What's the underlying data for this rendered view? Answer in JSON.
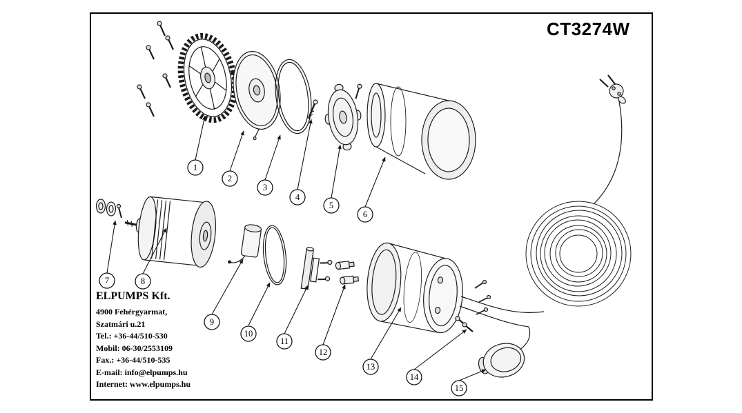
{
  "model": "CT3274W",
  "company": {
    "name": "ELPUMPS Kft.",
    "lines": [
      "4900 Fehérgyarmat,",
      "Szatmári u.21",
      "Tel.: +36-44/510-530",
      "Mobil: 06-30/2553109",
      "Fax.: +36-44/510-535",
      "E-mail: info@elpumps.hu",
      "Internet: www.elpumps.hu"
    ]
  },
  "callouts": [
    "1",
    "2",
    "3",
    "4",
    "5",
    "6",
    "7",
    "8",
    "9",
    "10",
    "11",
    "12",
    "13",
    "14",
    "15"
  ],
  "colors": {
    "line": "#1b1b1b",
    "fill_light": "#f2f2f2",
    "background": "#ffffff"
  }
}
